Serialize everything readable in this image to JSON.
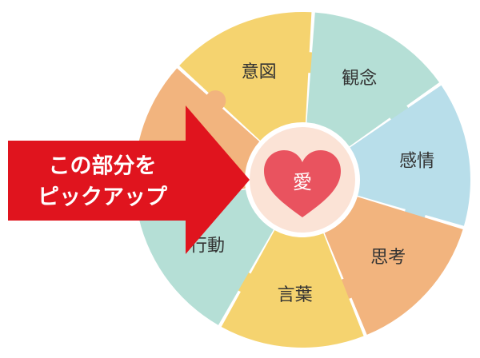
{
  "center": {
    "label": "愛",
    "heart_color": "#e9535f",
    "disc_color": "#fbe3d6"
  },
  "segments": [
    {
      "label": "意図",
      "color": "#f5d36f"
    },
    {
      "label": "観念",
      "color": "#b5dfd6"
    },
    {
      "label": "感情",
      "color": "#b8deea"
    },
    {
      "label": "思考",
      "color": "#f2b47e"
    },
    {
      "label": "言葉",
      "color": "#f5d36f"
    },
    {
      "label": "行動",
      "color": "#b5dfd6"
    },
    {
      "label": "",
      "color": "#f2b47e"
    }
  ],
  "callout": {
    "line1": "この部分を",
    "line2": "ピックアップ",
    "color": "#e0141e"
  }
}
